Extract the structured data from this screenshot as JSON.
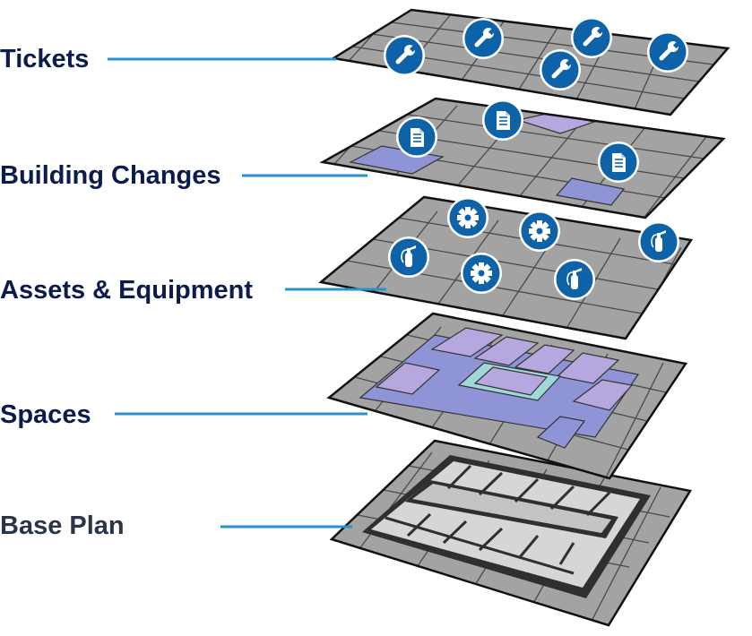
{
  "colors": {
    "label": "#0b1b4d",
    "label_muted": "#2b3548",
    "leader": "#2a93cc",
    "grid_fill": "#a3a3a3",
    "grid_line": "#4a4a4a",
    "grid_border": "#111111",
    "room_purple": "#b6a8de",
    "room_violet": "#8f94d6",
    "room_cyan": "#9fd8d8",
    "plan_wall": "#2f2f2f",
    "plan_room": "#d6d6d6",
    "badge_fill": "#0e63a8",
    "badge_ring": "#ffffff"
  },
  "layers": [
    {
      "id": "tickets",
      "label": "Tickets",
      "icons": [
        "wrench-icon",
        "wrench-icon",
        "wrench-icon",
        "wrench-icon",
        "wrench-icon"
      ]
    },
    {
      "id": "building-changes",
      "label": "Building Changes",
      "icons": [
        "document-icon",
        "document-icon",
        "document-icon"
      ]
    },
    {
      "id": "assets-equipment",
      "label": "Assets & Equipment",
      "icons": [
        "gear-icon",
        "gear-icon",
        "gear-icon",
        "fire-extinguisher-icon",
        "fire-extinguisher-icon",
        "fire-extinguisher-icon"
      ]
    },
    {
      "id": "spaces",
      "label": "Spaces",
      "icons": []
    },
    {
      "id": "base-plan",
      "label": "Base Plan",
      "icons": []
    }
  ]
}
